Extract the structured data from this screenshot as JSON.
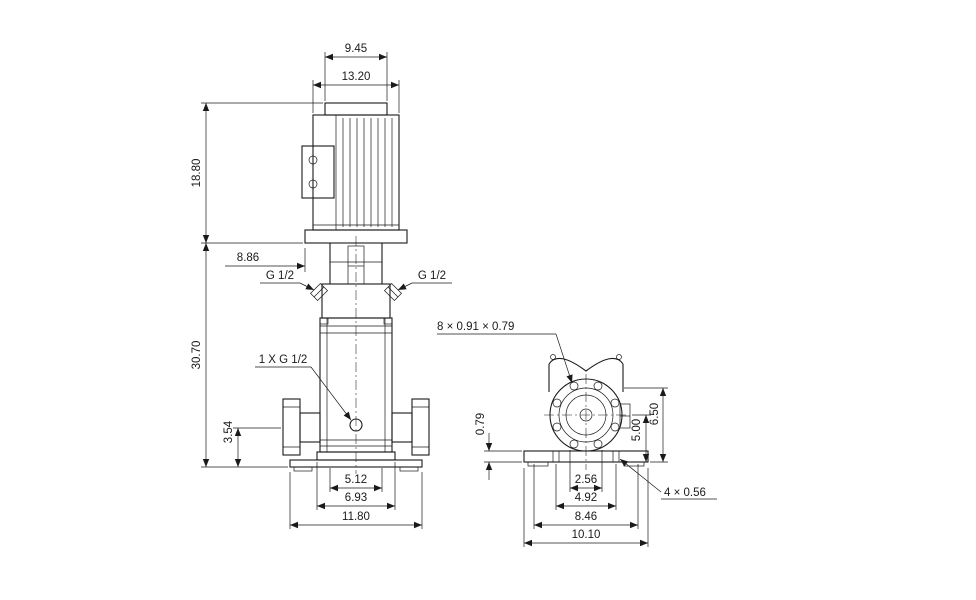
{
  "drawing_type": "pump-dimensional-drawing",
  "front": {
    "motor_top_width": "9.45",
    "motor_width": "13.20",
    "motor_height": "18.80",
    "coupling_offset": "8.86",
    "port_left_thread": "G 1/2",
    "port_right_thread": "G 1/2",
    "pump_height": "30.70",
    "drain_thread": "1 X G 1/2",
    "port_center_height": "3.54",
    "slot_spacing": "5.12",
    "foot_width": "6.93",
    "base_width": "11.80"
  },
  "end": {
    "flange_holes": "8 × 0.91  × 0.79",
    "base_thickness": "0.79",
    "center_height": "5.00",
    "top_height": "6.50",
    "hole_spacing_inner": "2.56",
    "hole_spacing_outer": "4.92",
    "base_slots": "4  × 0.56",
    "foot_width": "8.46",
    "base_width": "10.10"
  }
}
